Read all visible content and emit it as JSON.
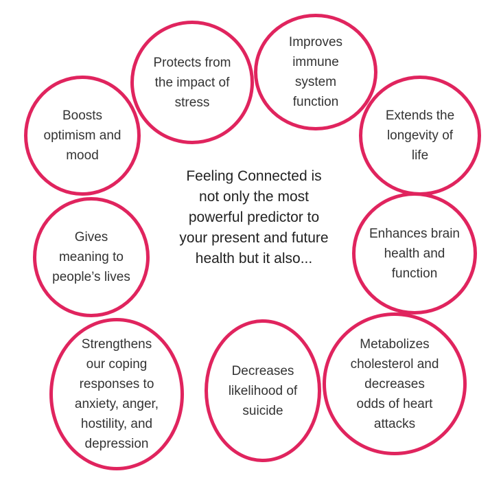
{
  "center_text": "Feeling Connected is\nnot only the most\npowerful predictor to\nyour present and future\nhealth but it also...",
  "accent_color": "#e0245e",
  "benefits": [
    {
      "text": "Protects from\nthe impact of\nstress"
    },
    {
      "text": "Improves\nimmune\nsystem\nfunction"
    },
    {
      "text": "Boosts\noptimism and\nmood"
    },
    {
      "text": "Extends the\nlongevity of\nlife"
    },
    {
      "text": "Gives\nmeaning to\npeople’s lives"
    },
    {
      "text": "Enhances brain\nhealth and\nfunction"
    },
    {
      "text": "Strengthens\nour coping\nresponses to\nanxiety, anger,\nhostility, and\ndepression"
    },
    {
      "text": "Decreases\nlikelihood of\nsuicide"
    },
    {
      "text": "Metabolizes\ncholesterol and\ndecreases\nodds of heart\nattacks"
    }
  ]
}
